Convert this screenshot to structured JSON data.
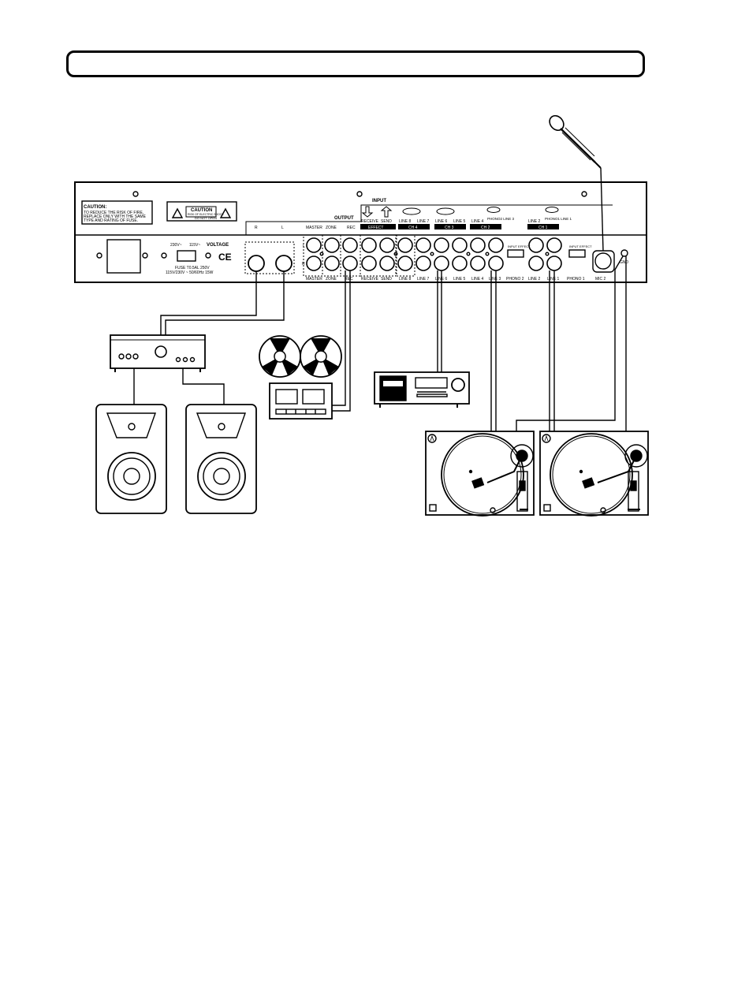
{
  "title": "",
  "caution1": {
    "heading": "CAUTION:",
    "lines": [
      "TO REDUCE THE RISK OF FIRE,",
      "REPLACE ONLY WITH THE SAME",
      "TYPE AND RATING OF FUSE."
    ]
  },
  "caution2": {
    "heading": "CAUTION",
    "lines": [
      "RISK OF ELECTRIC SHOCK",
      "DO NOT OPEN"
    ]
  },
  "voltage": {
    "v230": "230V~",
    "v115": "115V~",
    "label": "VOLTAGE",
    "ce": "CE"
  },
  "fuse": {
    "line1": "FUSE T0.5AL 250V",
    "line2": "115V/230V ~ 50/60Hz 15W"
  },
  "output": {
    "label": "OUTPUT",
    "r": "R",
    "l": "L",
    "master": "MASTER",
    "zone": "ZONE",
    "rec": "REC",
    "side_l": "L",
    "side_r": "R"
  },
  "input": {
    "label": "INPUT",
    "receive": "RECEIVE",
    "send": "SEND",
    "effect": "EFFECT",
    "line8": "LINE 8",
    "line7": "LINE 7",
    "ch4": "CH 4",
    "line6": "LINE 6",
    "line5": "LINE 5",
    "ch3": "CH 3",
    "line4": "LINE 4",
    "phono2_line3": "PHONO2 LINE 3",
    "ch2": "CH 2",
    "line2": "LINE 2",
    "phono1_line1": "PHONO1 LINE 1",
    "ch1": "CH 1"
  },
  "bottom_labels": {
    "master": "MASTER",
    "zone": "ZONE",
    "rec": "REC",
    "receive": "RECEIVE",
    "send": "SEND",
    "line8": "LINE 8",
    "line7": "LINE 7",
    "line6": "LINE 6",
    "line5": "LINE 5",
    "line4": "LINE 4",
    "line3": "LINE 3",
    "phono2": "PHONO 2",
    "line2": "LINE 2",
    "line1": "LINE 1",
    "phono1": "PHONO 1",
    "mic2": "MIC 2",
    "gnd": "GND",
    "input_effect": "INPUT EFFECT"
  }
}
